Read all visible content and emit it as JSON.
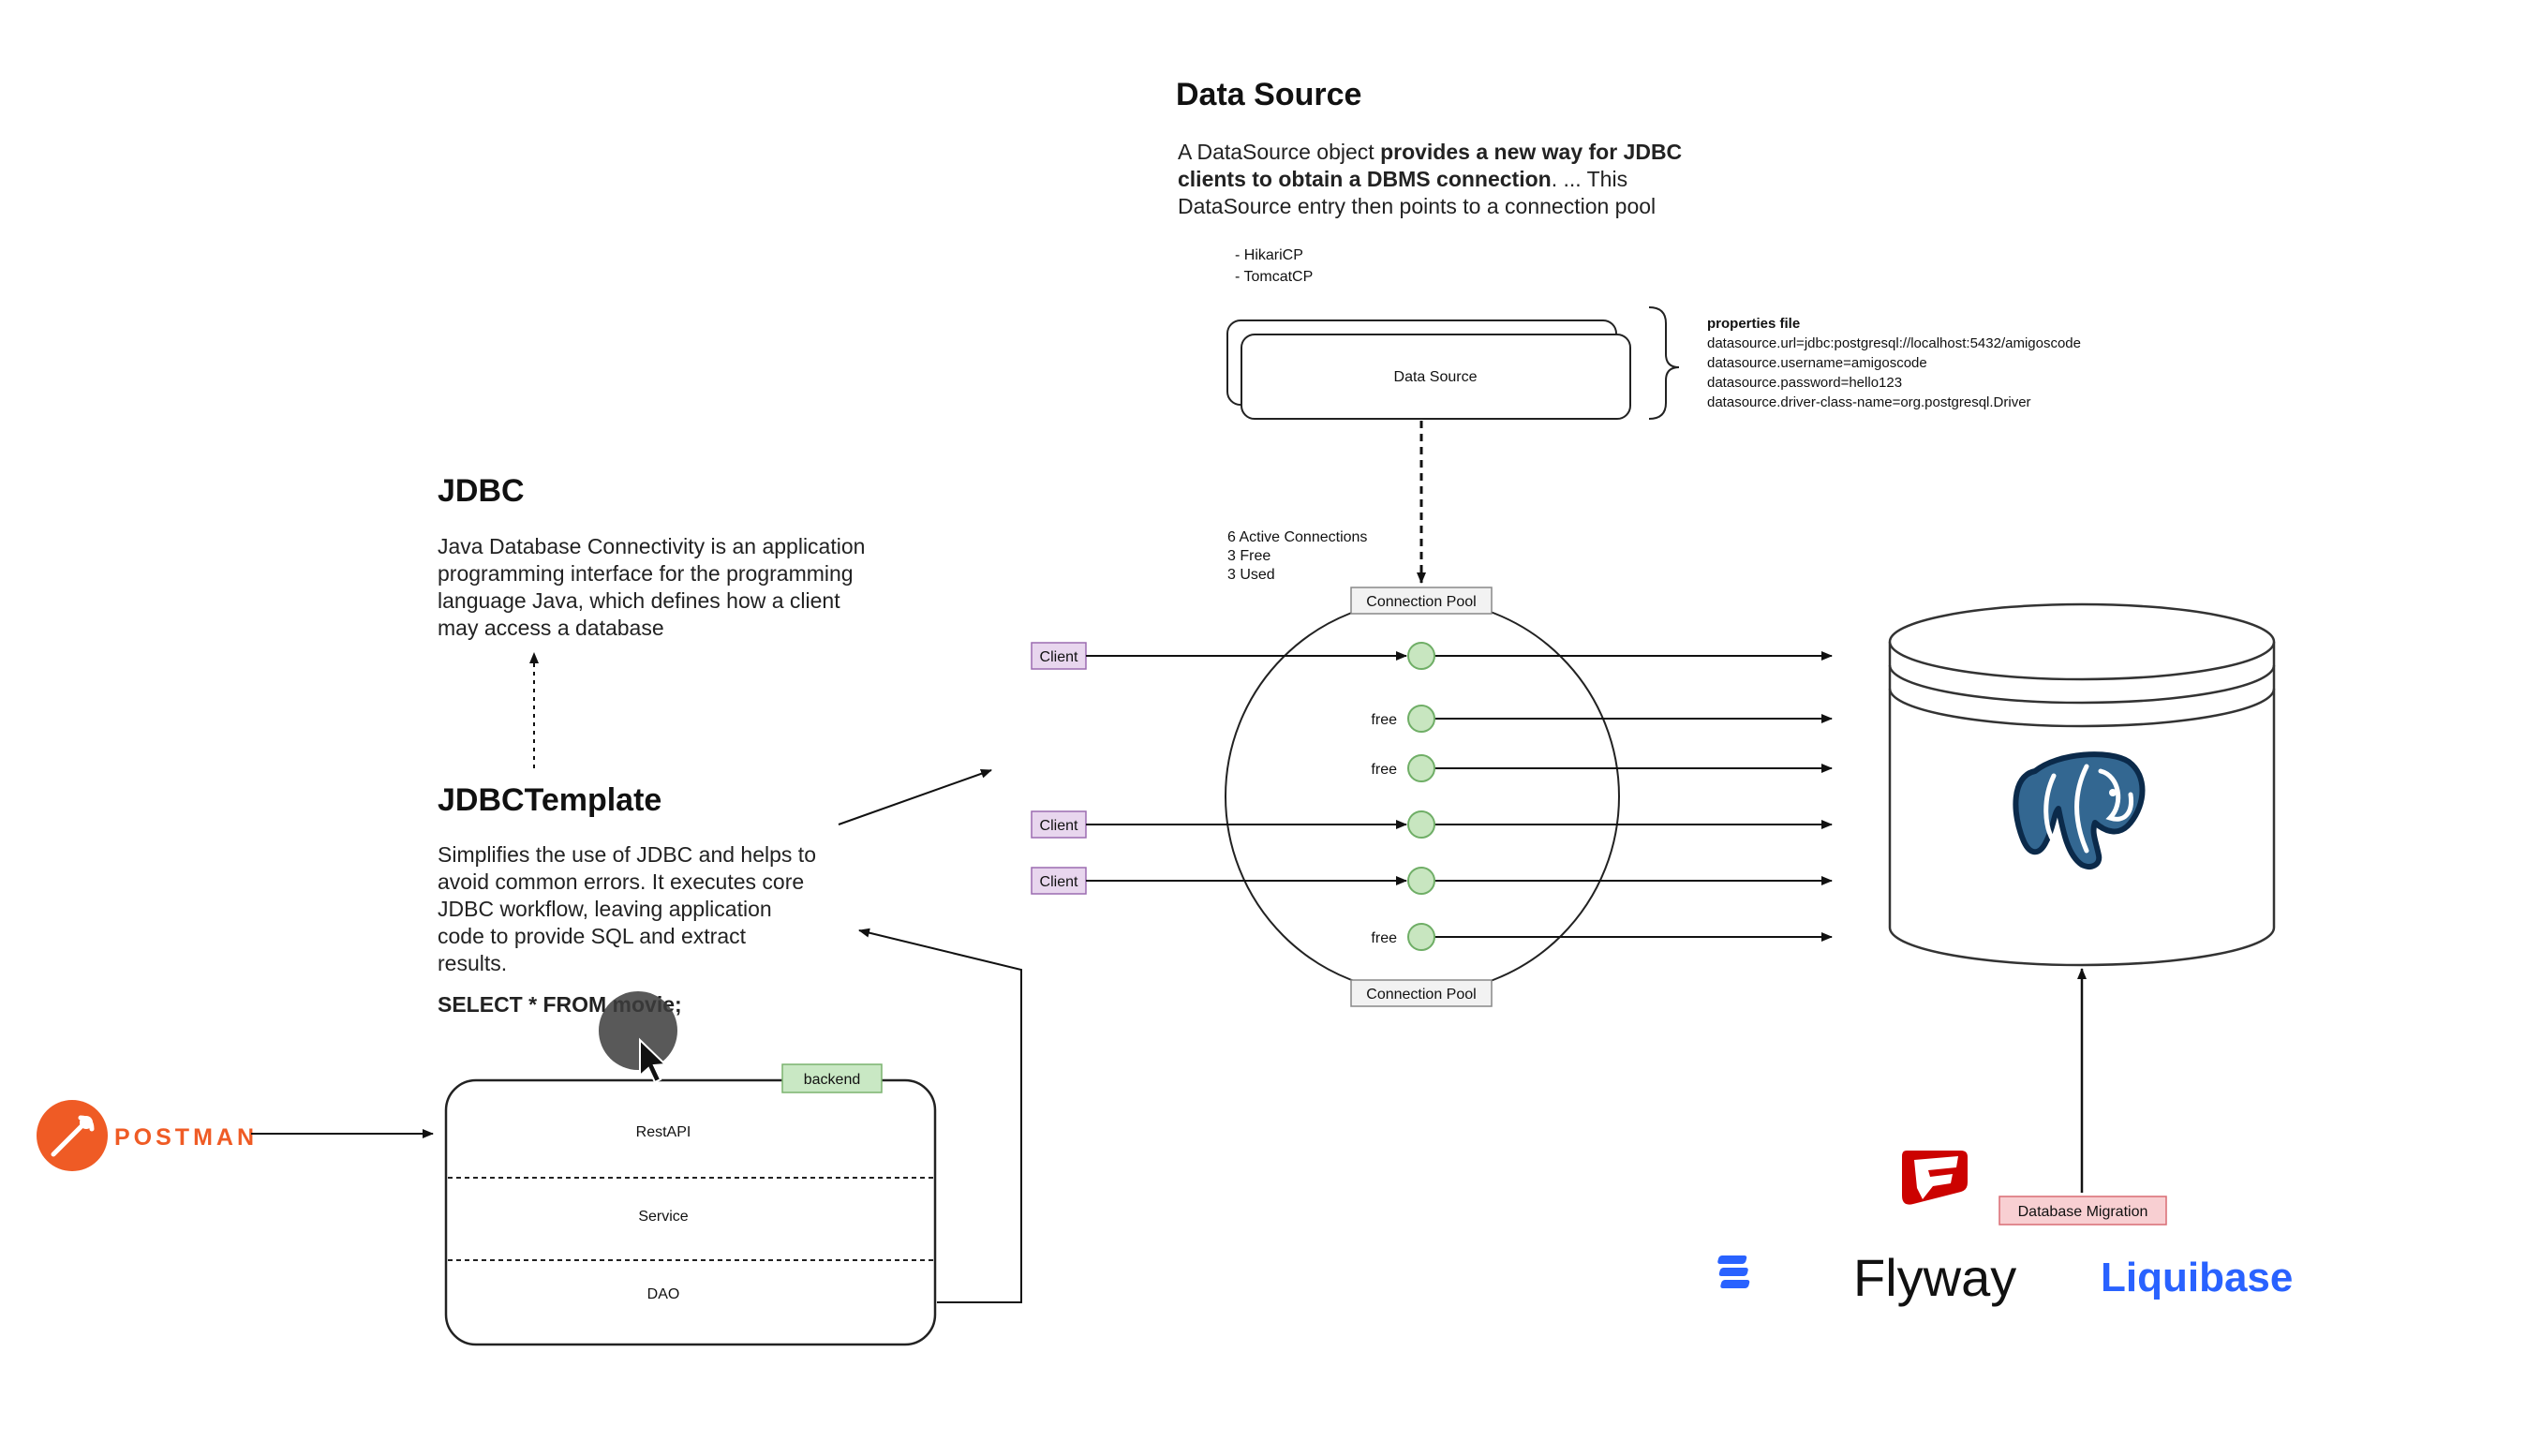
{
  "data_source": {
    "title": "Data Source",
    "desc_line1_a": "A DataSource object ",
    "desc_line1_b": "provides a new way for JDBC",
    "desc_line2_a": "clients to obtain a DBMS connection",
    "desc_line2_b": ". ... This",
    "desc_line3": "DataSource entry then points to a connection pool",
    "pools": [
      "- HikariCP",
      "- TomcatCP"
    ],
    "box_label": "Data Source",
    "properties_title": "properties file",
    "properties": [
      "datasource.url=jdbc:postgresql://localhost:5432/amigoscode",
      "datasource.username=amigoscode",
      "datasource.password=hello123",
      "datasource.driver-class-name=org.postgresql.Driver"
    ]
  },
  "connection_pool": {
    "stats": [
      "6 Active Connections",
      "3 Free",
      "3 Used"
    ],
    "top_label": "Connection Pool",
    "bottom_label": "Connection Pool",
    "connections": [
      {
        "client": "Client",
        "free_label": ""
      },
      {
        "client": "",
        "free_label": "free"
      },
      {
        "client": "",
        "free_label": "free"
      },
      {
        "client": "Client",
        "free_label": ""
      },
      {
        "client": "Client",
        "free_label": ""
      },
      {
        "client": "",
        "free_label": "free"
      }
    ],
    "node_color": "#c8e6c0"
  },
  "jdbc": {
    "title": "JDBC",
    "desc": [
      "Java Database Connectivity is an application",
      "programming interface for the programming",
      "language Java, which defines how a client",
      "may access a database"
    ]
  },
  "jdbc_template": {
    "title": "JDBCTemplate",
    "desc": [
      "Simplifies the use of JDBC and helps to",
      "avoid common errors. It executes core",
      "JDBC workflow, leaving application",
      "code to provide SQL and extract",
      "results."
    ],
    "sql": "SELECT * FROM movie;"
  },
  "backend": {
    "tag": "backend",
    "layers": [
      "RestAPI",
      "Service",
      "DAO"
    ]
  },
  "postman": {
    "label": "POSTMAN",
    "brand_color": "#ef5b25"
  },
  "migration": {
    "tag": "Database Migration",
    "flyway_label": "Flyway",
    "liquibase_label": "Liquibase",
    "flyway_color": "#cc0200",
    "liquibase_color": "#2962ff"
  },
  "colors": {
    "client_fill": "#e8d6ee",
    "client_stroke": "#9b6bb0",
    "backend_fill": "#c9e8c4",
    "backend_stroke": "#7bb36f",
    "migration_fill": "#f8cfd2",
    "migration_stroke": "#d96b73",
    "pool_fill": "#f2f2f2",
    "postgres_blue": "#336791"
  }
}
